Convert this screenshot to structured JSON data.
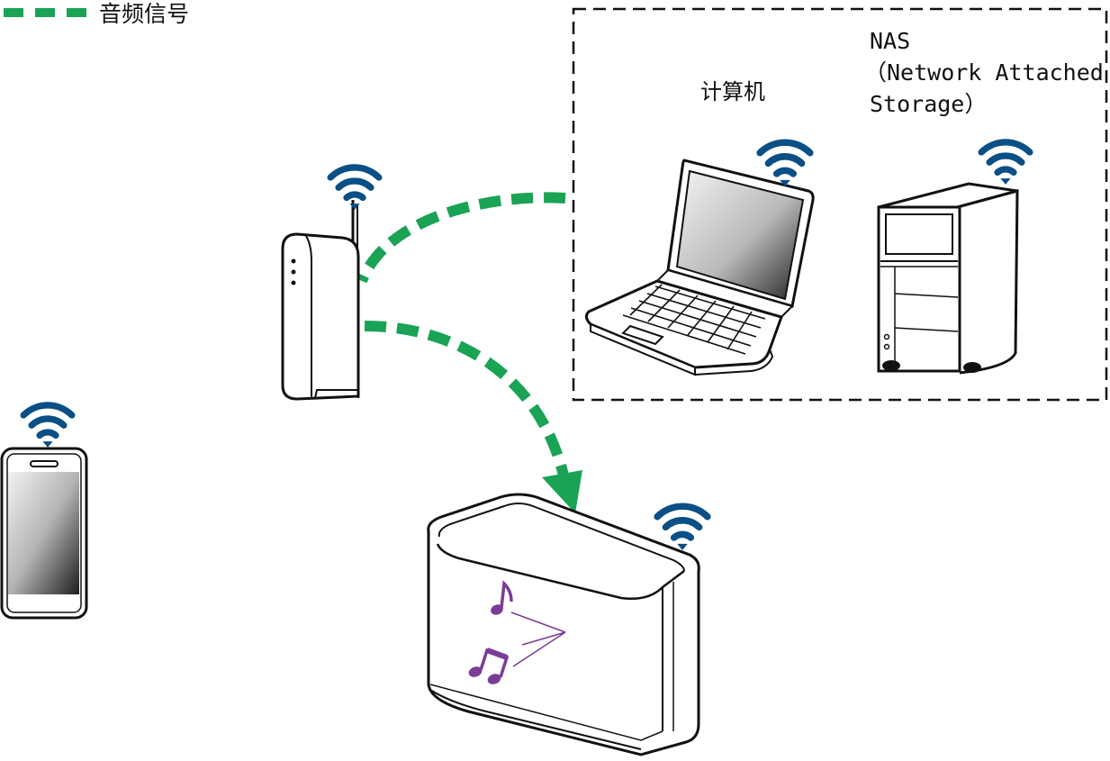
{
  "legend": {
    "label": "音频信号",
    "color": "#1aa355",
    "line_style": "dashed"
  },
  "colors": {
    "wifi": "#0a4f86",
    "signal": "#1aa355",
    "music_note": "#7a3c96",
    "outline": "#111111"
  },
  "group_box": {
    "style": "dashed",
    "devices": [
      "computer",
      "nas"
    ]
  },
  "devices": {
    "computer": {
      "label": "计算机",
      "icon": "laptop-icon"
    },
    "nas": {
      "label_line1": "NAS",
      "label_line2": "（Network Attached",
      "label_line3": "Storage）",
      "icon": "nas-server-icon"
    },
    "router": {
      "icon": "wireless-router-icon"
    },
    "phone": {
      "icon": "smartphone-icon"
    },
    "speaker": {
      "icon": "wireless-speaker-icon"
    }
  },
  "icons": [
    "wifi-icon",
    "music-note-icon"
  ]
}
